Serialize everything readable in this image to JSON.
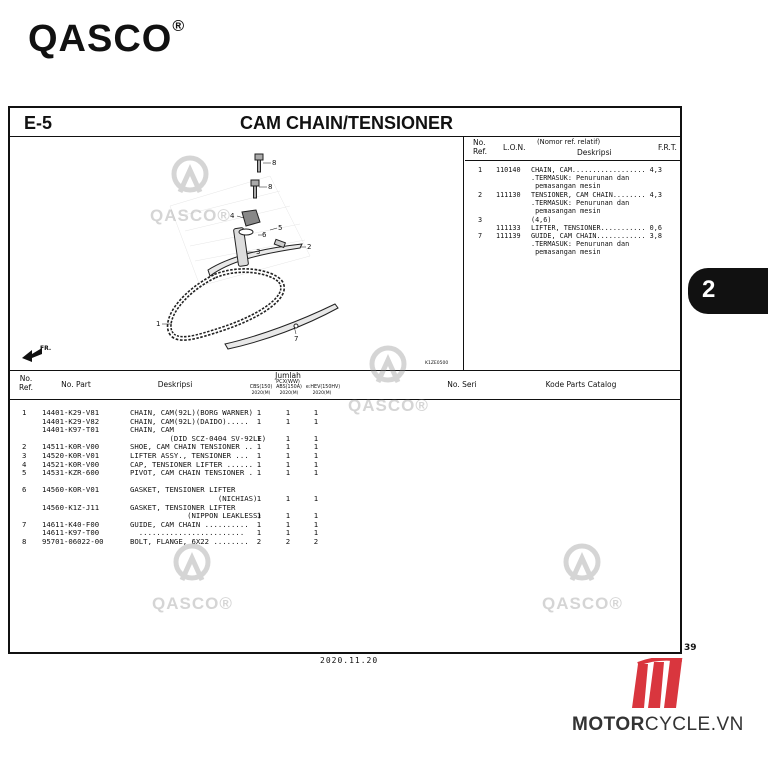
{
  "brand": {
    "name": "QASCO",
    "reg": "®"
  },
  "page": {
    "code": "E-5",
    "title": "CAM CHAIN/TENSIONER",
    "page_number": "39",
    "date": "2020.11.20",
    "section_tab": "2",
    "diagram_code": "K1ZE0500",
    "front_marker": "FR."
  },
  "watermark": {
    "text": "QASCO®"
  },
  "ref_panel": {
    "headers": {
      "no_ref": "No.\nRef.",
      "lon": "L.O.N.",
      "desc_top": "(Nomor ref. relatif)",
      "desc": "Deskripsi",
      "frt": "F.R.T."
    },
    "rows": [
      {
        "ref": "1",
        "lon": "110140",
        "text": "CHAIN, CAM.................. 4,3",
        "sub": ".TERMASUK: Penurunan dan\n pemasangan mesin"
      },
      {
        "ref": "2",
        "lon": "111130",
        "text": "TENSIONER, CAM CHAIN........ 4,3",
        "sub": ".TERMASUK: Penurunan dan\n pemasangan mesin"
      },
      {
        "ref": "3",
        "lon": "",
        "text": "(4,6)",
        "sub": ""
      },
      {
        "ref": "",
        "lon": "111133",
        "text": "LIFTER, TENSIONER........... 0,6",
        "sub": ""
      },
      {
        "ref": "7",
        "lon": "111139",
        "text": "GUIDE, CAM CHAIN............ 3,8",
        "sub": ".TERMASUK: Penurunan dan\n pemasangan mesin"
      }
    ]
  },
  "table": {
    "headers": {
      "no_ref": "No.\nRef.",
      "no_part": "No. Part",
      "desc": "Deskripsi",
      "jumlah": "Jumlah",
      "model": "PCX(WW)",
      "col1": "CBS(150)",
      "col2": "ABS(150A)",
      "col3": "e:HEV(150HV)",
      "year": "2020(M)",
      "no_seri": "No. Seri",
      "kode": "Kode Parts Catalog"
    },
    "rows": [
      {
        "ref": "1",
        "part": "14401-K29-V81",
        "desc": "CHAIN, CAM(92L)(BORG WARNER)",
        "q": [
          "1",
          "1",
          "1"
        ]
      },
      {
        "ref": "",
        "part": "14401-K29-V82",
        "desc": "CHAIN, CAM(92L)(DAIDO).....",
        "q": [
          "1",
          "1",
          "1"
        ]
      },
      {
        "ref": "",
        "part": "14401-K97-T01",
        "desc": "CHAIN, CAM",
        "q": [
          "",
          "",
          ""
        ]
      },
      {
        "ref": "",
        "part": "",
        "desc": "         (DID SCZ-0404 SV-92LE)",
        "q": [
          "1",
          "1",
          "1"
        ]
      },
      {
        "ref": "2",
        "part": "14511-K0R-V00",
        "desc": "SHOE, CAM CHAIN TENSIONER ..",
        "q": [
          "1",
          "1",
          "1"
        ]
      },
      {
        "ref": "3",
        "part": "14520-K0R-V01",
        "desc": "LIFTER ASSY., TENSIONER ...",
        "q": [
          "1",
          "1",
          "1"
        ]
      },
      {
        "ref": "4",
        "part": "14521-K0R-V00",
        "desc": "CAP, TENSIONER LIFTER ......",
        "q": [
          "1",
          "1",
          "1"
        ]
      },
      {
        "ref": "5",
        "part": "14531-KZR-600",
        "desc": "PIVOT, CAM CHAIN TENSIONER .",
        "q": [
          "1",
          "1",
          "1"
        ]
      },
      {
        "ref": "",
        "part": "",
        "desc": "",
        "q": [
          "",
          "",
          ""
        ]
      },
      {
        "ref": "6",
        "part": "14560-K0R-V01",
        "desc": "GASKET, TENSIONER LIFTER",
        "q": [
          "",
          "",
          ""
        ]
      },
      {
        "ref": "",
        "part": "",
        "desc": "                    (NICHIAS)",
        "q": [
          "1",
          "1",
          "1"
        ]
      },
      {
        "ref": "",
        "part": "14560-K1Z-J11",
        "desc": "GASKET, TENSIONER LIFTER",
        "q": [
          "",
          "",
          ""
        ]
      },
      {
        "ref": "",
        "part": "",
        "desc": "             (NIPPON LEAKLESS)",
        "q": [
          "1",
          "1",
          "1"
        ]
      },
      {
        "ref": "7",
        "part": "14611-K40-F00",
        "desc": "GUIDE, CAM CHAIN ..........",
        "q": [
          "1",
          "1",
          "1"
        ]
      },
      {
        "ref": "",
        "part": "14611-K97-T00",
        "desc": "  ........................",
        "q": [
          "1",
          "1",
          "1"
        ]
      },
      {
        "ref": "8",
        "part": "95701-06022-00",
        "desc": "BOLT, FLANGE, 6X22 ........",
        "q": [
          "2",
          "2",
          "2"
        ]
      }
    ]
  },
  "callouts": [
    "1",
    "2",
    "3",
    "4",
    "5",
    "6",
    "7",
    "8",
    "8"
  ],
  "footer_logo": {
    "text_bold": "MOTOR",
    "text_rest": "CYCLE.VN",
    "color": "#d9363e"
  }
}
